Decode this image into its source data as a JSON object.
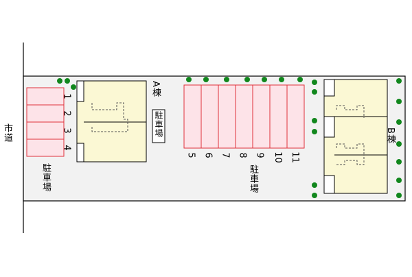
{
  "road_label": "市道",
  "building_a": {
    "label": "A棟"
  },
  "building_b": {
    "label": "B棟"
  },
  "parking_sign": "駐車場",
  "parking_left": {
    "label": "駐車場",
    "spaces": [
      "1",
      "2",
      "3",
      "4"
    ]
  },
  "parking_middle": {
    "label": "駐車場",
    "spaces": [
      "5",
      "6",
      "7",
      "8",
      "9",
      "10",
      "11"
    ]
  },
  "colors": {
    "site_fill": "#f2f2f2",
    "building_fill": "#fbf8d4",
    "parking_fill": "#fde3e8",
    "parking_stroke": "#e0303a",
    "tree": "#11871d"
  }
}
